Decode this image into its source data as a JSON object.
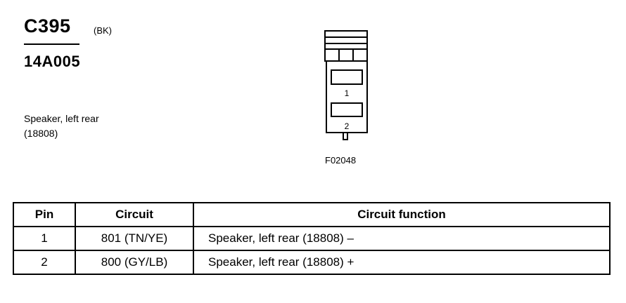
{
  "connector": {
    "id": "C395",
    "color": "(BK)",
    "part_number": "14A005",
    "description_line1": "Speaker, left rear",
    "description_line2": "(18808)"
  },
  "diagram": {
    "pin_labels": [
      "1",
      "2"
    ],
    "figure_id": "F02048"
  },
  "table": {
    "headers": [
      "Pin",
      "Circuit",
      "Circuit function"
    ],
    "rows": [
      {
        "pin": "1",
        "circuit": "801 (TN/YE)",
        "function": "Speaker, left rear (18808) –"
      },
      {
        "pin": "2",
        "circuit": "800 (GY/LB)",
        "function": "Speaker, left rear (18808) +"
      }
    ]
  }
}
